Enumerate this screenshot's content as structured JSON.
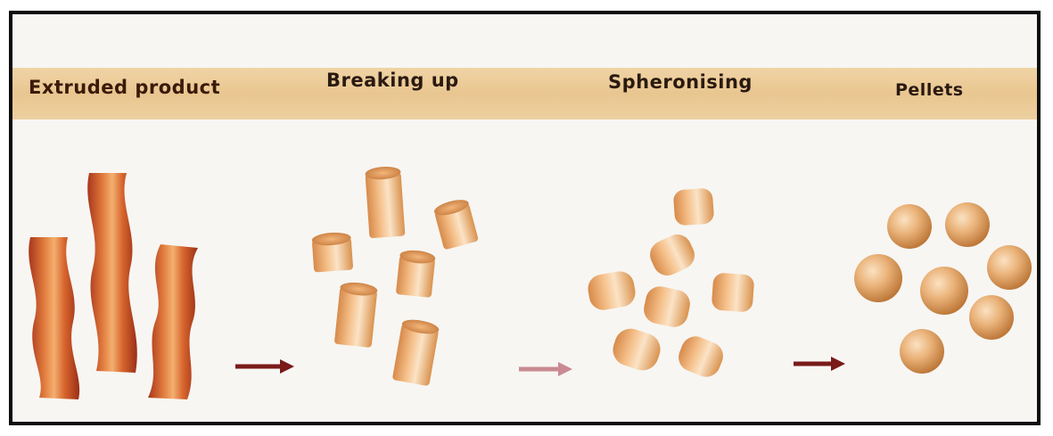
{
  "stages": [
    {
      "id": "extruded",
      "label": "Extruded product"
    },
    {
      "id": "breaking",
      "label": "Breaking up"
    },
    {
      "id": "spheronising",
      "label": "Spheronising"
    },
    {
      "id": "pellets",
      "label": "Pellets"
    }
  ],
  "colors": {
    "header_band": "#ecc994",
    "extrudate": "#c8502a",
    "granule": "#e8a868",
    "pellet": "#e0a466",
    "arrow": "#7a1a1a"
  }
}
